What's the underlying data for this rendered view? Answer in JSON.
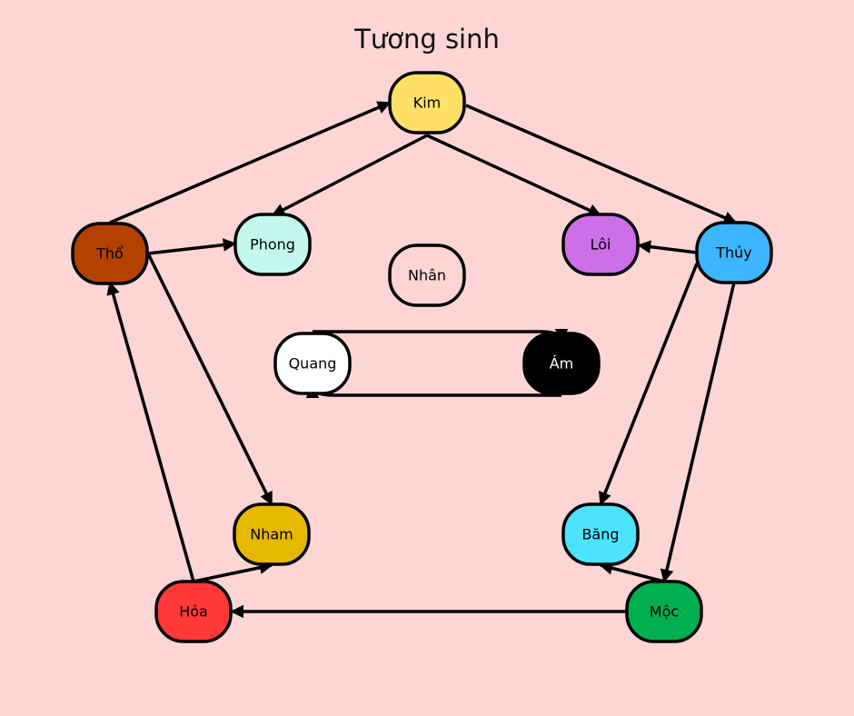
{
  "title": "Tương sinh",
  "nodes": [
    {
      "id": "kim",
      "label": "Kim",
      "fill": "#ffe066",
      "text": "#000000"
    },
    {
      "id": "tho",
      "label": "Thổ",
      "fill": "#b34200",
      "text": "#000000"
    },
    {
      "id": "phong",
      "label": "Phong",
      "fill": "#c4f7ee",
      "text": "#000000"
    },
    {
      "id": "loi",
      "label": "Lôi",
      "fill": "#cc6fe8",
      "text": "#000000"
    },
    {
      "id": "thuy",
      "label": "Thủy",
      "fill": "#3db6ff",
      "text": "#000000"
    },
    {
      "id": "nhan",
      "label": "Nhân",
      "fill": "#fdd5d5",
      "text": "#000000"
    },
    {
      "id": "quang",
      "label": "Quang",
      "fill": "#ffffff",
      "text": "#000000"
    },
    {
      "id": "am",
      "label": "Ám",
      "fill": "#000000",
      "text": "#ffffff"
    },
    {
      "id": "nham",
      "label": "Nham",
      "fill": "#e6b800",
      "text": "#000000"
    },
    {
      "id": "bang",
      "label": "Băng",
      "fill": "#4de3ff",
      "text": "#000000"
    },
    {
      "id": "hoa",
      "label": "Hỏa",
      "fill": "#ff3838",
      "text": "#000000"
    },
    {
      "id": "moc",
      "label": "Mộc",
      "fill": "#00b050",
      "text": "#000000"
    }
  ],
  "edges": [
    {
      "from": "kim",
      "to": "thuy"
    },
    {
      "from": "kim",
      "to": "phong"
    },
    {
      "from": "kim",
      "to": "loi"
    },
    {
      "from": "tho",
      "to": "kim"
    },
    {
      "from": "tho",
      "to": "phong"
    },
    {
      "from": "tho",
      "to": "nham"
    },
    {
      "from": "thuy",
      "to": "loi"
    },
    {
      "from": "thuy",
      "to": "bang"
    },
    {
      "from": "thuy",
      "to": "moc"
    },
    {
      "from": "moc",
      "to": "bang"
    },
    {
      "from": "moc",
      "to": "hoa"
    },
    {
      "from": "hoa",
      "to": "tho"
    },
    {
      "from": "hoa",
      "to": "nham"
    },
    {
      "from": "quang",
      "to": "am"
    },
    {
      "from": "am",
      "to": "quang"
    }
  ]
}
